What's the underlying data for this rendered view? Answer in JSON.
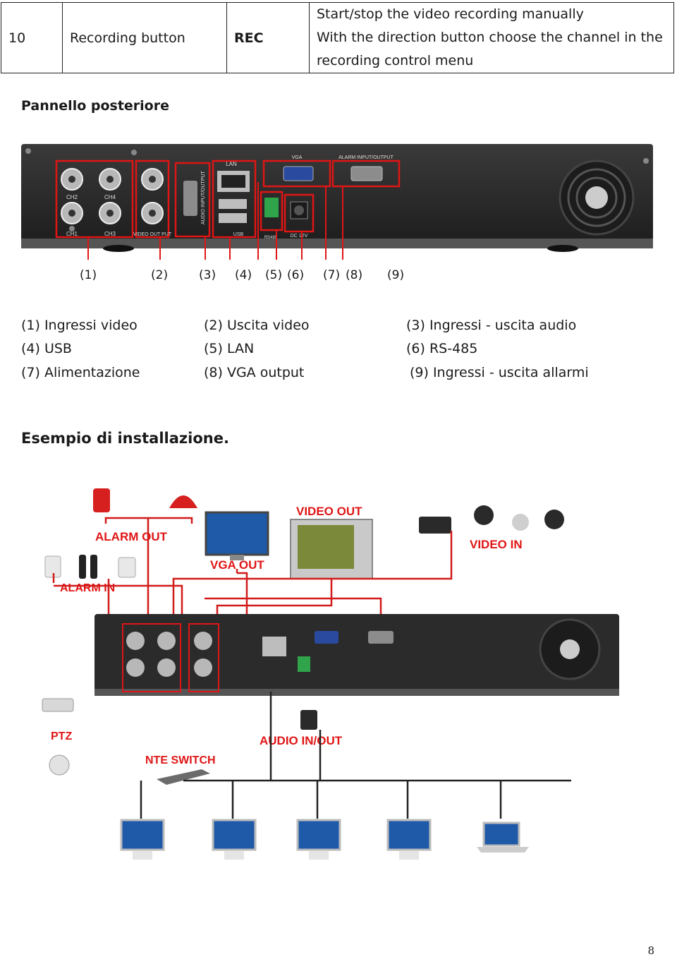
{
  "table": {
    "number": "10",
    "name": "Recording button",
    "key": "REC",
    "description": [
      "Start/stop the video recording manually",
      "With the direction button choose the channel in the",
      "recording control menu"
    ]
  },
  "rear_panel": {
    "title": "Pannello posteriore",
    "callouts": [
      "(1)",
      "(2)",
      "(3)",
      "(4)",
      "(5)",
      "(6)",
      "(7)",
      "(8)",
      "(9)"
    ],
    "panel_labels": {
      "ch2": "CH2",
      "ch4": "CH4",
      "ch1": "CH1",
      "ch3": "CH3",
      "video_out": "VIDEO OUT PUT",
      "audio": "AUDIO INPUT/OUTPUT",
      "lan": "LAN",
      "usb": "USB",
      "rs485": "RS485",
      "vga": "VGA",
      "alarm": "ALARM INPUT/OUTPUT",
      "dc": "DC 12V"
    },
    "legend": [
      "(1) Ingressi video",
      "(2) Uscita video",
      "(3) Ingressi - uscita audio",
      "(4) USB",
      "(5) LAN",
      "(6) RS-485",
      "(7) Alimentazione",
      "(8) VGA output",
      "(9) Ingressi - uscita allarmi"
    ]
  },
  "installation": {
    "title": "Esempio di installazione.",
    "labels": {
      "alarm_out": "ALARM OUT",
      "alarm_in": "ALARM IN",
      "vga_out": "VGA OUT",
      "video_out": "VIDEO OUT",
      "video_in": "VIDEO IN",
      "ptz": "PTZ",
      "switch": "NTE SWITCH",
      "audio": "AUDIO IN/OUT"
    }
  },
  "page_number": "8",
  "colors": {
    "highlight": "#e01515",
    "panel": "#2b2b2b",
    "wire": "#d21a1a"
  }
}
